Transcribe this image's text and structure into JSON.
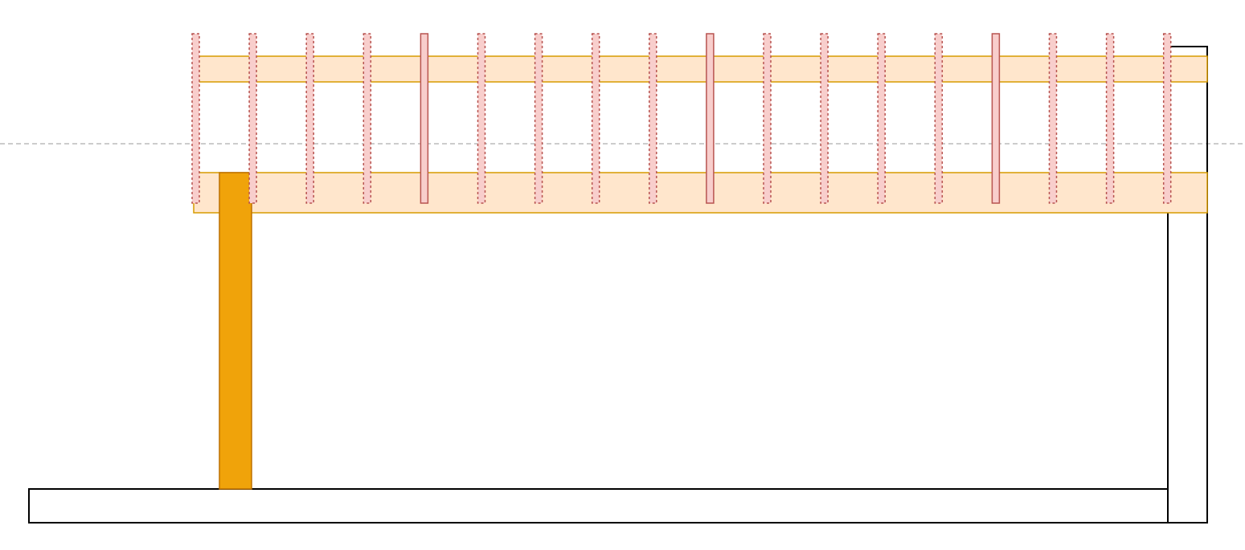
{
  "diagram": {
    "colors": {
      "background": "#ffffff",
      "outline": "#000000",
      "beam_fill": "#ffe6cc",
      "beam_stroke": "#d79b00",
      "post_fill": "#f0a30a",
      "post_stroke": "#bd7000",
      "rod_fill": "#f8cecc",
      "rod_stroke": "#b85450",
      "guide_line": "#bbbbbb"
    },
    "rods": [
      {
        "style": "dashed"
      },
      {
        "style": "dashed"
      },
      {
        "style": "dashed"
      },
      {
        "style": "dashed"
      },
      {
        "style": "solid"
      },
      {
        "style": "dashed"
      },
      {
        "style": "dashed"
      },
      {
        "style": "dashed"
      },
      {
        "style": "dashed"
      },
      {
        "style": "solid"
      },
      {
        "style": "dashed"
      },
      {
        "style": "dashed"
      },
      {
        "style": "dashed"
      },
      {
        "style": "dashed"
      },
      {
        "style": "solid"
      },
      {
        "style": "dashed"
      },
      {
        "style": "dashed"
      },
      {
        "style": "dashed"
      }
    ]
  }
}
